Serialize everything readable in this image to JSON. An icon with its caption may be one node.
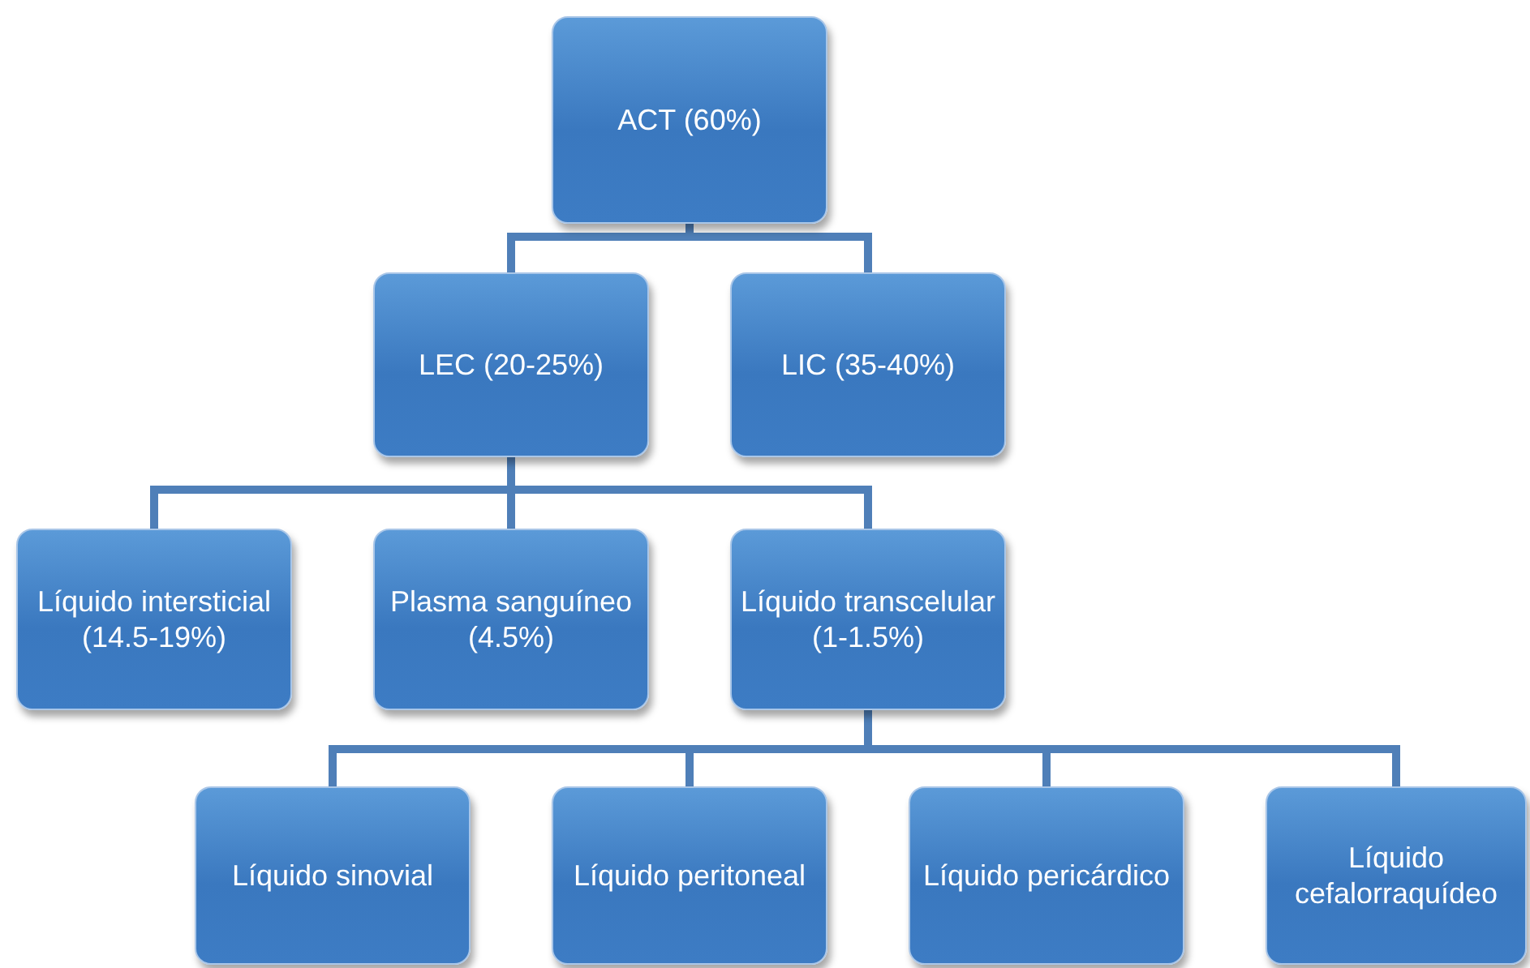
{
  "diagram": {
    "nodes": [
      {
        "text": [
          "ACT (60%)"
        ]
      },
      {
        "text": [
          "LEC (20-25%)"
        ]
      },
      {
        "text": [
          "LIC (35-40%)"
        ]
      },
      {
        "text": [
          "Líquido intersticial (14.5-19%)"
        ]
      },
      {
        "text": [
          "Plasma sanguíneo (4.5%)"
        ]
      },
      {
        "text": [
          "Líquido transcelular (1-1.5%)"
        ]
      },
      {
        "text": [
          "Líquido sinovial"
        ]
      },
      {
        "text": [
          "Líquido peritoneal"
        ]
      },
      {
        "text": [
          "Líquido pericárdico"
        ]
      },
      {
        "text": [
          "Líquido cefalorraquídeo"
        ]
      }
    ],
    "edges": [
      {
        "from": 0,
        "to": 1,
        "arrow": "none"
      },
      {
        "from": 0,
        "to": 2,
        "arrow": "none"
      },
      {
        "from": 1,
        "to": 3,
        "arrow": "none"
      },
      {
        "from": 1,
        "to": 4,
        "arrow": "none"
      },
      {
        "from": 1,
        "to": 5,
        "arrow": "none"
      },
      {
        "from": 5,
        "to": 6,
        "arrow": "none"
      },
      {
        "from": 5,
        "to": 7,
        "arrow": "none"
      },
      {
        "from": 5,
        "to": 8,
        "arrow": "none"
      },
      {
        "from": 5,
        "to": 9,
        "arrow": "none"
      }
    ]
  }
}
